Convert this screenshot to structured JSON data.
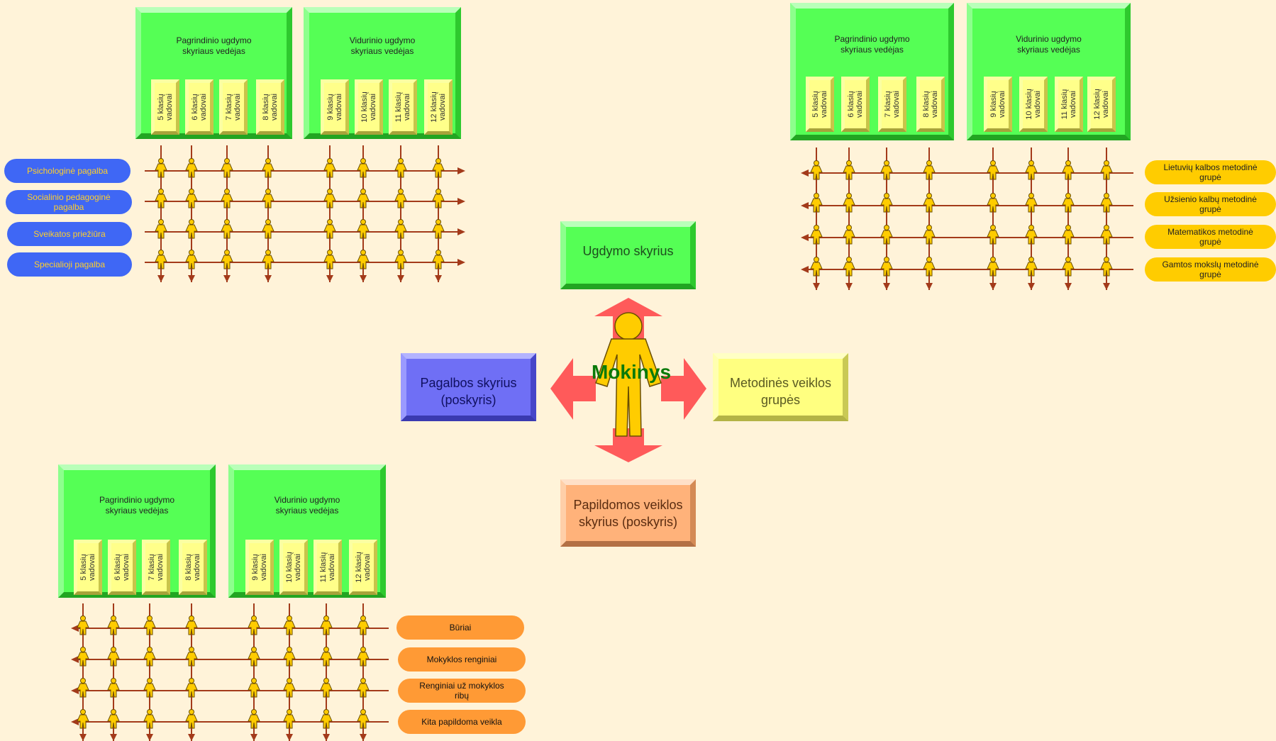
{
  "center": {
    "student_label": "Mokinys",
    "top_box": "Ugdymo skyrius",
    "left_box": "Pagalbos skyrius\n(poskyris)",
    "right_box": "Metodinės veiklos\ngrupės",
    "bottom_box": "Papildomos veiklos\nskyrius (poskyris)"
  },
  "colors": {
    "background": "#fff3d9",
    "arrow": "#ff5a5a",
    "person": "#ffcc00",
    "grid_line": "#a33a1a",
    "green_box": "#55ff55",
    "tile": "#ffff8a"
  },
  "panels": [
    {
      "id": "top-left",
      "basic_head": "Pagrindinio ugdymo\nskyriaus vedėjas",
      "secondary_head": "Vidurinio ugdymo\nskyriaus vedėjas",
      "basic_tiles": [
        "5 klasių\nvadovai",
        "6 klasių\nvadovai",
        "7 klasių\nvadovai",
        "8 klasių\nvadovai"
      ],
      "secondary_tiles": [
        "9 klasių\nvadovai",
        "10 klasių\nvadovai",
        "11 klasių\nvadovai",
        "12 klasių\nvadovai"
      ],
      "pills": [
        "Psichologinė pagalba",
        "Socialinio pedagoginė\npagalba",
        "Sveikatos priežiūra",
        "Specialioji pagalba"
      ]
    },
    {
      "id": "top-right",
      "basic_head": "Pagrindinio ugdymo\nskyriaus vedėjas",
      "secondary_head": "Vidurinio ugdymo\nskyriaus vedėjas",
      "basic_tiles": [
        "5 klasių\nvadovai",
        "6 klasių\nvadovai",
        "7 klasių\nvadovai",
        "8 klasių\nvadovai"
      ],
      "secondary_tiles": [
        "9 klasių\nvadovai",
        "10 klasių\nvadovai",
        "11 klasių\nvadovai",
        "12 klasių\nvadovai"
      ],
      "pills": [
        "Lietuvių kalbos metodinė\ngrupė",
        "Užsienio kalbų metodinė\ngrupė",
        "Matematikos metodinė\ngrupė",
        "Gamtos mokslų metodinė\ngrupė"
      ]
    },
    {
      "id": "bottom-left",
      "basic_head": "Pagrindinio ugdymo\nskyriaus vedėjas",
      "secondary_head": "Vidurinio ugdymo\nskyriaus vedėjas",
      "basic_tiles": [
        "5 klasių\nvadovai",
        "6 klasių\nvadovai",
        "7 klasių\nvadovai",
        "8 klasių\nvadovai"
      ],
      "secondary_tiles": [
        "9 klasių\nvadovai",
        "10 klasių\nvadovai",
        "11 klasių\nvadovai",
        "12 klasių\nvadovai"
      ],
      "pills": [
        "Būriai",
        "Mokyklos renginiai",
        "Renginiai už mokyklos\nribų",
        "Kita papildoma veikla"
      ]
    }
  ]
}
